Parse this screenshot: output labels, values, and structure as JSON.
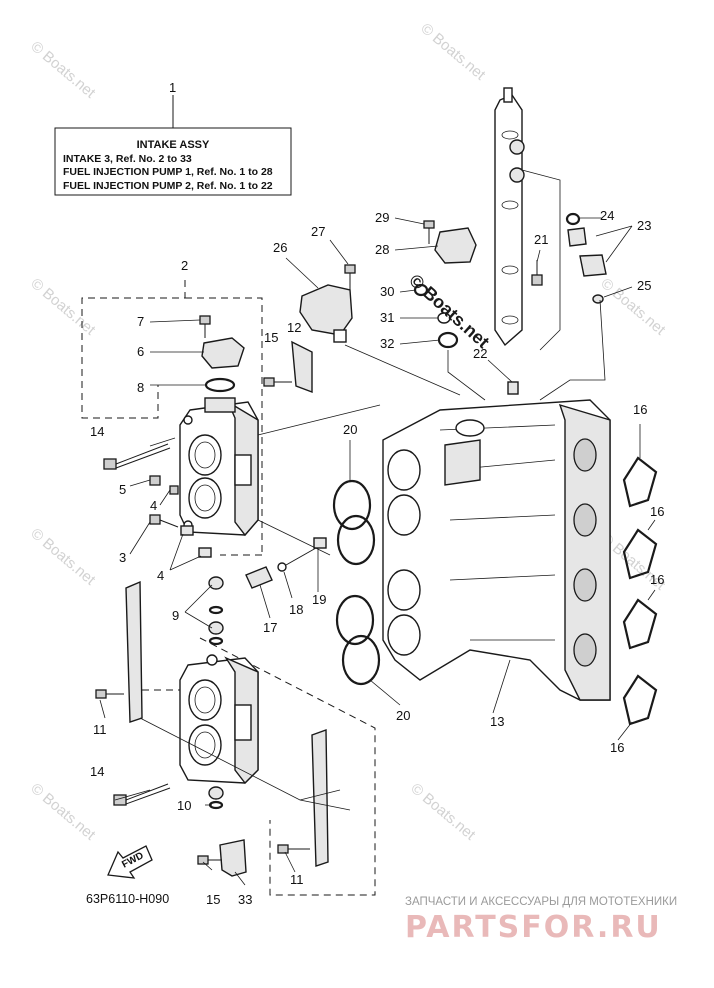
{
  "intake_box": {
    "title": "INTAKE ASSY",
    "lines": [
      "INTAKE 3, Ref. No. 2 to 33",
      "FUEL INJECTION PUMP 1, Ref. No. 1 to 28",
      "FUEL INJECTION PUMP 2, Ref. No. 1 to 22"
    ]
  },
  "callouts": {
    "c1": "1",
    "c2": "2",
    "c3": "3",
    "c4a": "4",
    "c4b": "4",
    "c5": "5",
    "c6": "6",
    "c7": "7",
    "c8": "8",
    "c9": "9",
    "c10": "10",
    "c11a": "11",
    "c11b": "11",
    "c12": "12",
    "c13": "13",
    "c14a": "14",
    "c14b": "14",
    "c15a": "15",
    "c15b": "15",
    "c16a": "16",
    "c16b": "16",
    "c16c": "16",
    "c16d": "16",
    "c17": "17",
    "c18": "18",
    "c19": "19",
    "c20a": "20",
    "c20b": "20",
    "c21": "21",
    "c22": "22",
    "c23": "23",
    "c24": "24",
    "c25": "25",
    "c26": "26",
    "c27": "27",
    "c28": "28",
    "c29": "29",
    "c30": "30",
    "c31": "31",
    "c32": "32",
    "c33": "33"
  },
  "fwd_label": "FWD",
  "diagram_code": "63P6110-H090",
  "watermark": "© Boats.net",
  "watermark_center": "© Boats.net",
  "brand": {
    "tagline": "ЗАПЧАСТИ И АКСЕССУАРЫ ДЛЯ МОТОТЕХНИКИ",
    "name": "PARTSFOR.RU"
  },
  "colors": {
    "line": "#1a1a1a",
    "brand": "#e9b9b9",
    "watermark": "#d2d2d2"
  }
}
